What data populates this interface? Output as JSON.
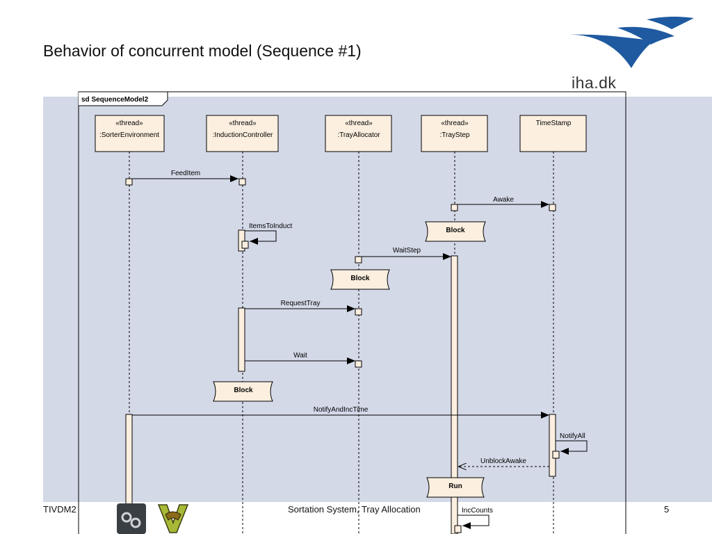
{
  "slide": {
    "title": "Behavior of concurrent model (Sequence #1)",
    "logo_text": "iha.dk",
    "footer_left": "TIVDM2",
    "footer_center": "Sortation System, Tray Allocation",
    "page_number": "5"
  },
  "diagram": {
    "frame_label": "sd SequenceModel2",
    "lifelines": [
      {
        "stereotype": "«thread»",
        "name": ":SorterEnvironment"
      },
      {
        "stereotype": "«thread»",
        "name": ":InductionController"
      },
      {
        "stereotype": "«thread»",
        "name": ":TrayAllocator"
      },
      {
        "stereotype": "«thread»",
        "name": ":TrayStep"
      },
      {
        "stereotype": "",
        "name": "TimeStamp"
      }
    ],
    "messages": [
      {
        "label": "FeedItem",
        "from": 0,
        "to": 1,
        "kind": "sync"
      },
      {
        "label": "Awake",
        "from": 3,
        "to": 4,
        "kind": "sync"
      },
      {
        "label": "ItemsToInduct",
        "from": 1,
        "to": 1,
        "kind": "self"
      },
      {
        "label": "WaitStep",
        "from": 2,
        "to": 3,
        "kind": "sync"
      },
      {
        "label": "RequestTray",
        "from": 1,
        "to": 2,
        "kind": "sync"
      },
      {
        "label": "Wait",
        "from": 1,
        "to": 2,
        "kind": "sync"
      },
      {
        "label": "NotifyAndIncTime",
        "from": 0,
        "to": 4,
        "kind": "sync"
      },
      {
        "label": "NotifyAll",
        "from": 4,
        "to": 4,
        "kind": "self"
      },
      {
        "label": "UnblockAwake",
        "from": 4,
        "to": 3,
        "kind": "return"
      },
      {
        "label": "IncCounts",
        "from": 3,
        "to": 3,
        "kind": "self"
      }
    ],
    "states": [
      {
        "label": "Block",
        "lifeline": 3
      },
      {
        "label": "Block",
        "lifeline": 2
      },
      {
        "label": "Block",
        "lifeline": 1
      },
      {
        "label": "Run",
        "lifeline": 3
      }
    ],
    "colors": {
      "box_fill": "#fcefdf",
      "band": "#d4d9e8",
      "logo_blue": "#1f5aa0"
    }
  }
}
